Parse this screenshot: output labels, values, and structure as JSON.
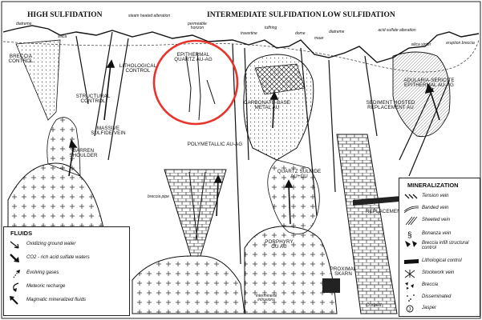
{
  "headers": {
    "high": "HIGH SULFIDATION",
    "intermediate": "INTERMEDIATE SULFIDATION",
    "low": "LOW SULFIDATION"
  },
  "surface_labels": {
    "diatreme_left": "diatreme",
    "silica": "silica",
    "steam_heated": "steam heated alteration",
    "permeable_horizon": "permeable horizon",
    "travertine": "travertine",
    "tuffring": "tuffring",
    "dome": "dome",
    "maar": "maar",
    "diatreme_right": "diatreme",
    "acid_sulfate": "acid sulfate alteration",
    "silica_sinter": "silica sinter",
    "eruption_breccia": "eruption breccia",
    "breccia_pipe": "breccia pipe",
    "intermineral": "intermineral intrusions"
  },
  "deposit_labels": {
    "breccia_control": "BRECCIA CONTROL",
    "lithological_control": "LITHOLOGICAL CONTROL",
    "structural_control": "STRUCTURAL CONTROL",
    "massive_sulfide": "MASSIVE SULFIDE VEIN",
    "barren_shoulder": "BARREN SHOULDER",
    "epithermal_quartz": "EPITHERMAL QUARTZ Au-Ag",
    "carbonate_base": "CARBONATE-BASE METAL Au",
    "polymetallic": "POLYMETALLIC Au-Ag",
    "quartz_sulfide": "QUARTZ SULFIDE Au+Cu",
    "porphyry": "PORPHYRY Cu Au",
    "proximal_skarn": "PROXIMAL SKARN",
    "replacement": "REPLACEMENT",
    "sediment_hosted": "SEDIMENT HOSTED REPLACEMENT Au",
    "adularia_sericite": "ADULARIA-SERICITE EPITHERMAL Au-Ag"
  },
  "fluids_legend": {
    "title": "FLUIDS",
    "items": [
      {
        "label": "Oxidizing ground water",
        "icon": "open-arrow-icon"
      },
      {
        "label": "CO2 - rich acid sulfate waters",
        "icon": "thick-arrow-icon"
      },
      {
        "label": "Evolving gases",
        "icon": "dotted-arrow-icon"
      },
      {
        "label": "Meteoric recharge",
        "icon": "curved-arrow-icon"
      },
      {
        "label": "Magmatic mineralized fluids",
        "icon": "solid-arrow-icon"
      }
    ]
  },
  "mineralization_legend": {
    "title": "MINERALIZATION",
    "items": [
      {
        "label": "Tension vein",
        "icon": "tension-vein-icon"
      },
      {
        "label": "Banded vein",
        "icon": "banded-vein-icon"
      },
      {
        "label": "Sheeted vein",
        "icon": "sheeted-vein-icon"
      },
      {
        "label": "Bonanza vein",
        "icon": "bonanza-vein-icon"
      },
      {
        "label": "Breccia infill structural control",
        "icon": "breccia-infill-icon"
      },
      {
        "label": "Lithological control",
        "icon": "lithological-control-icon"
      },
      {
        "label": "Stockwork vein",
        "icon": "stockwork-vein-icon"
      },
      {
        "label": "Breccia",
        "icon": "breccia-icon"
      },
      {
        "label": "Disseminated",
        "icon": "disseminated-icon"
      },
      {
        "label": "Jasper",
        "icon": "jasper-icon"
      }
    ]
  },
  "credit": "Corbett",
  "highlight_color": "#e8332a"
}
